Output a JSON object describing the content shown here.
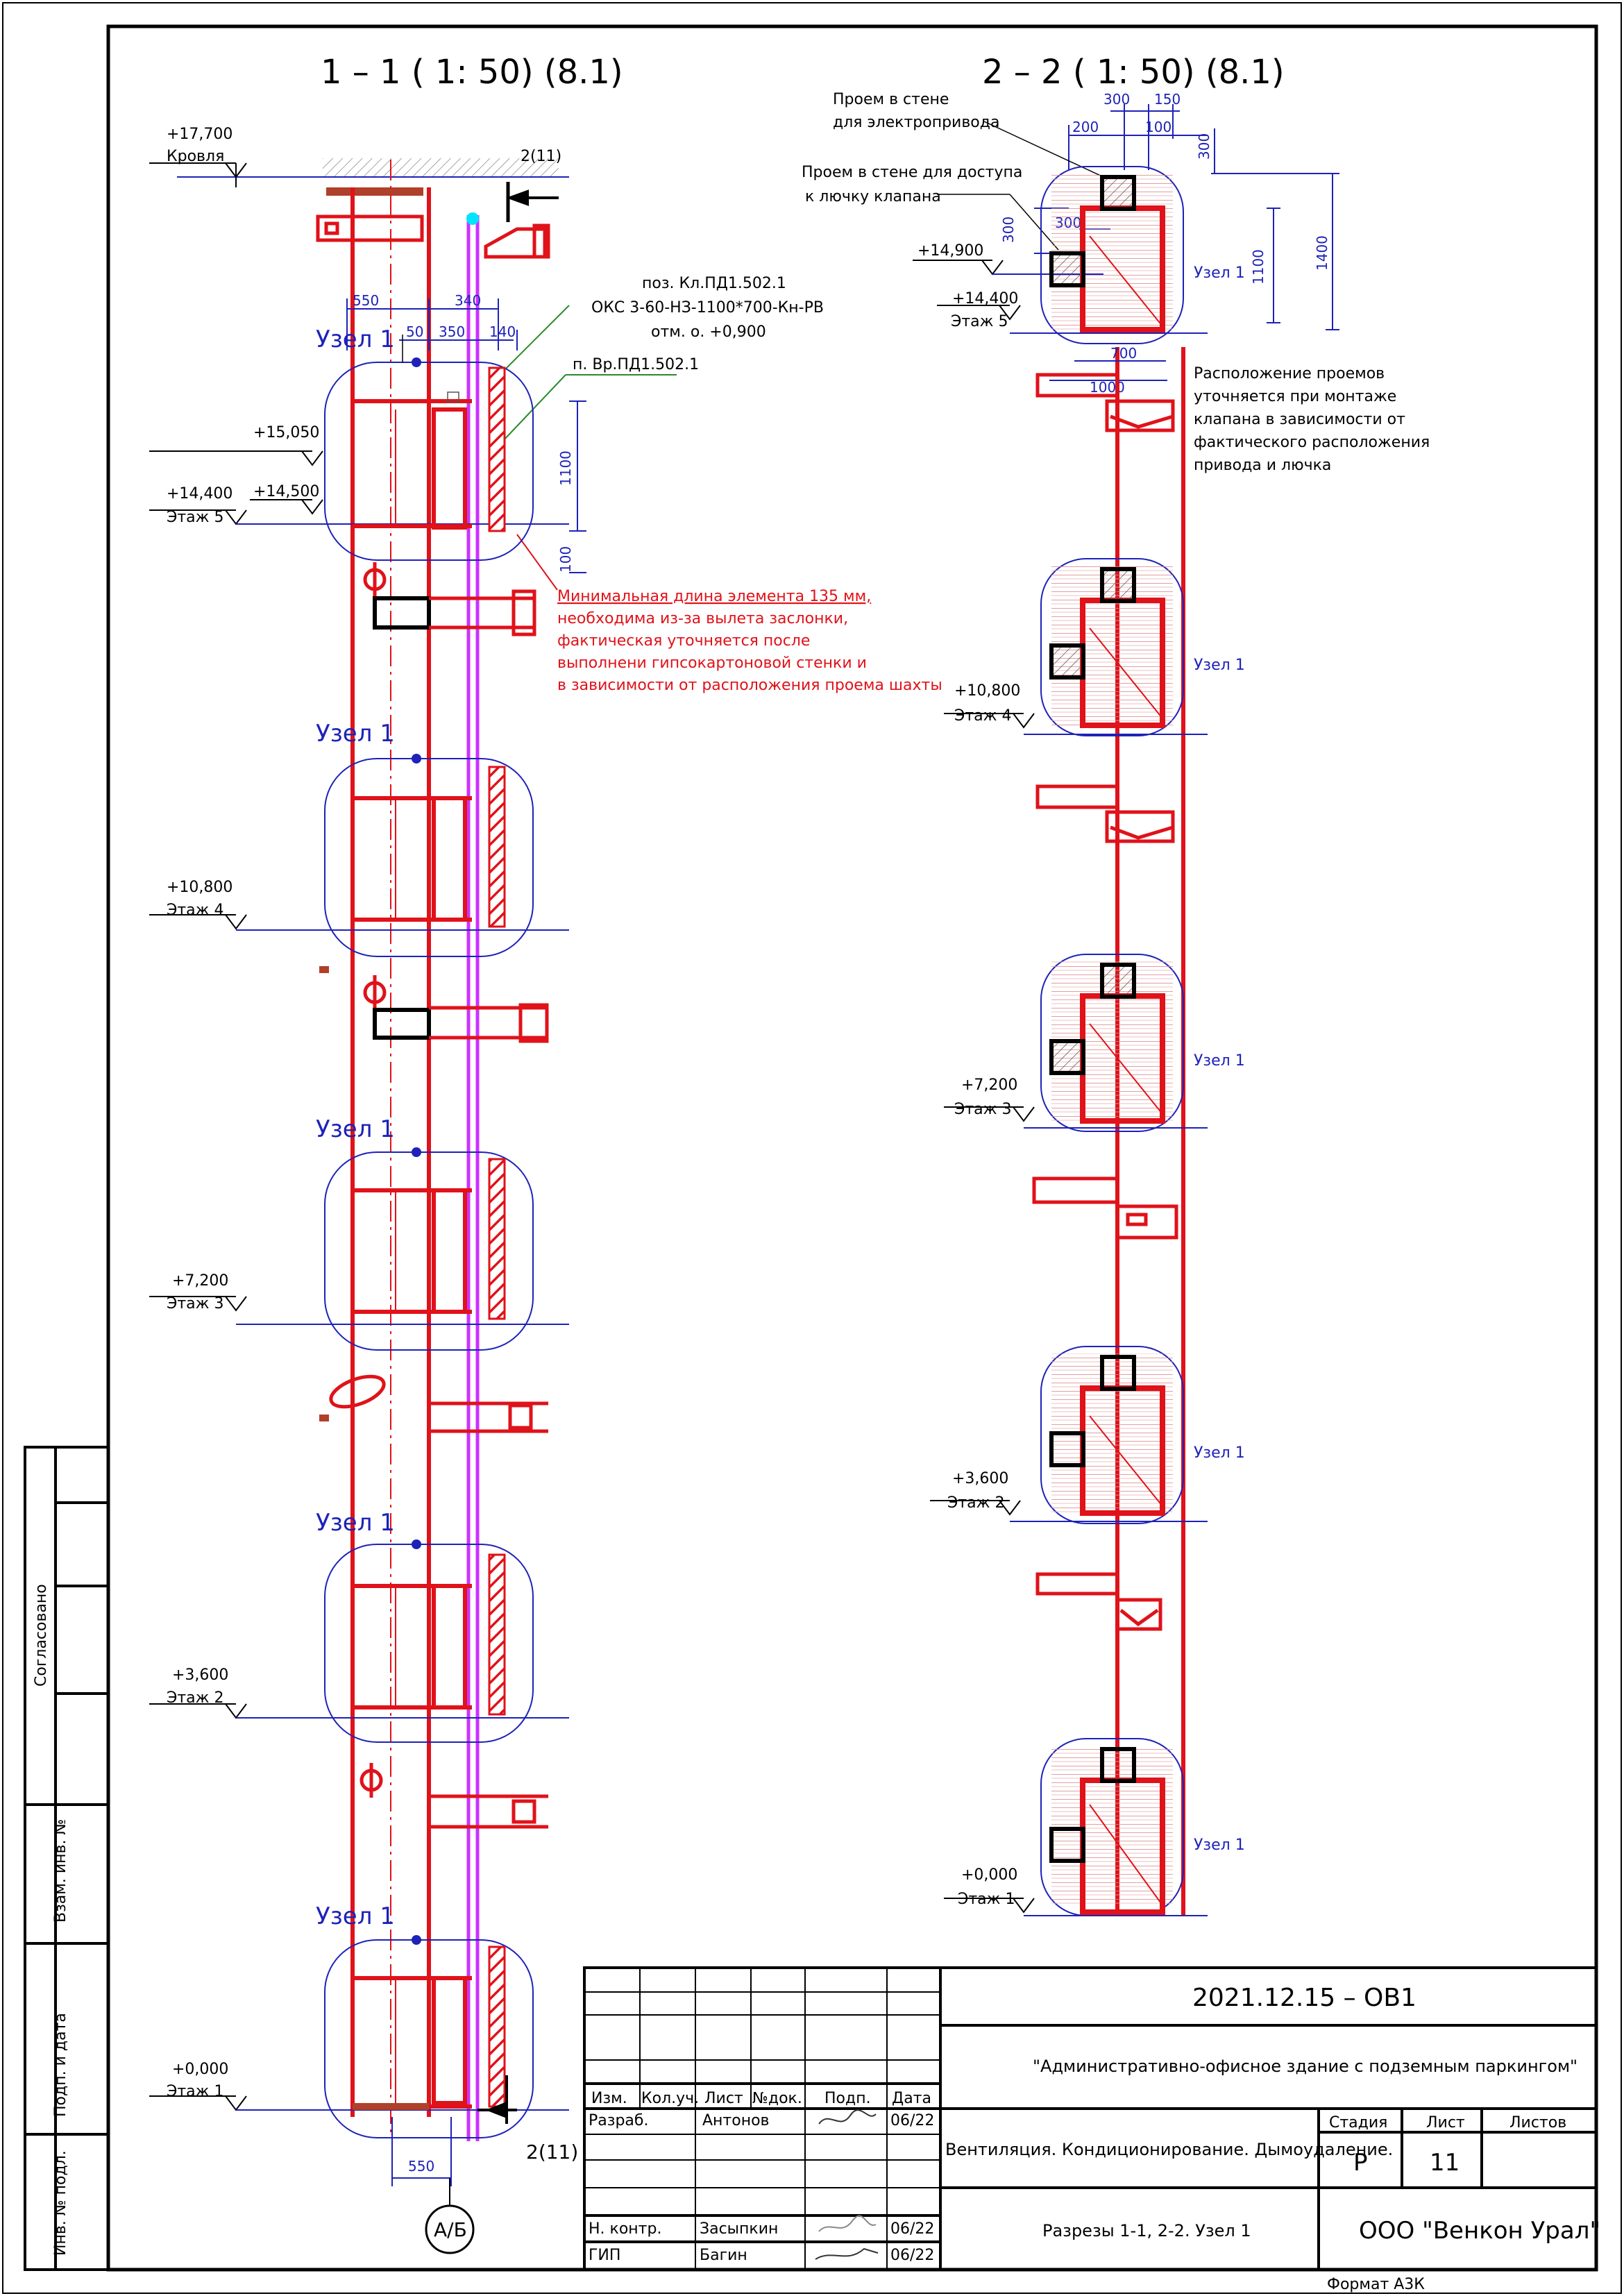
{
  "colors": {
    "ink": "#000000",
    "duct": "#e0121a",
    "pipe": "#cc33ff",
    "node": "#1e22b8",
    "hatch": "#d98888",
    "accent": "#00e5ff"
  },
  "section1": {
    "title": "1 – 1 ( 1: 50) (8.1)",
    "cut_label_top": "2(11)",
    "cut_label_bottom": "2(11)",
    "axis_label": "А/Б",
    "dims": {
      "d550_top": "550",
      "d340": "340",
      "d50": "50",
      "d350": "350",
      "d140": "140",
      "d1100": "1100",
      "d100": "100",
      "d550_bottom": "550"
    },
    "callout_valve": [
      "поз. Кл.ПД1.502.1",
      "ОКС 3-60-НЗ-1100*700-Кн-РВ",
      "отм. о. +0,900"
    ],
    "callout_grille": "п. Вр.ПД1.502.1",
    "note_red": [
      "Минимальная длина элемента 135 мм,",
      "необходима из-за вылета заслонки,",
      "фактическая уточняется после",
      "выполнени гипсокартоновой стенки и",
      "в зависимости от расположения проема шахты"
    ],
    "node_label": "Узел 1",
    "levels": [
      {
        "mark": "+17,700",
        "name": "Кровля"
      },
      {
        "mark": "+15,050",
        "name": ""
      },
      {
        "mark": "+14,400",
        "name": "Этаж 5"
      },
      {
        "mark": "+14,500",
        "name": ""
      },
      {
        "mark": "+10,800",
        "name": "Этаж 4"
      },
      {
        "mark": "+7,200",
        "name": "Этаж 3"
      },
      {
        "mark": "+3,600",
        "name": "Этаж 2"
      },
      {
        "mark": "+0,000",
        "name": "Этаж 1"
      }
    ]
  },
  "section2": {
    "title": "2 – 2 ( 1: 50) (8.1)",
    "note_drive": [
      "Проем в стене",
      "для электропривода"
    ],
    "note_hatch": [
      "Проем в стене для доступа",
      "к лючку клапана"
    ],
    "note_layout": [
      "Расположение проемов",
      "уточняется при монтаже",
      "клапана в зависимости от",
      "фактического расположения",
      "привода и лючка"
    ],
    "dims": {
      "d300a": "300",
      "d150": "150",
      "d200": "200",
      "d100": "100",
      "d300b": "300",
      "d300c": "300",
      "d300d": "300",
      "d1100": "1100",
      "d1400": "1400",
      "d700": "700",
      "d1000": "1000"
    },
    "node_label": "Узел 1",
    "levels": [
      {
        "mark": "+14,900",
        "name": ""
      },
      {
        "mark": "+14,400",
        "name": "Этаж 5"
      },
      {
        "mark": "+10,800",
        "name": "Этаж 4"
      },
      {
        "mark": "+7,200",
        "name": "Этаж 3"
      },
      {
        "mark": "+3,600",
        "name": "Этаж 2"
      },
      {
        "mark": "+0,000",
        "name": "Этаж 1"
      }
    ]
  },
  "side_stamp": {
    "agreed": "Согласовано",
    "inv_replace": "Взам. инв. №",
    "sign_date": "Подп. и дата",
    "inv_orig": "Инв. № подл."
  },
  "title_block": {
    "doc_code": "2021.12.15 – ОВ1",
    "project": "\"Административно-офисное здание с подземным паркингом\"",
    "section": "Вентиляция. Кондиционирование. Дымоудаление.",
    "sheet_name": "Разрезы 1-1, 2-2. Узел 1",
    "company": "ООО \"Венкон Урал\"",
    "format": "Формат А3К",
    "headers": {
      "izm": "Изм.",
      "kol": "Кол.уч.",
      "list": "Лист",
      "ndoc": "№док.",
      "podp": "Подп.",
      "data": "Дата"
    },
    "stage_hdr": {
      "stage": "Стадия",
      "sheet": "Лист",
      "sheets": "Листов"
    },
    "stage_vals": {
      "stage": "Р",
      "sheet": "11",
      "sheets": ""
    },
    "rows": [
      {
        "role": "Разраб.",
        "name": "Антонов",
        "date": "06/22"
      },
      {
        "role": "Н. контр.",
        "name": "Засыпкин",
        "date": "06/22"
      },
      {
        "role": "ГИП",
        "name": "Багин",
        "date": "06/22"
      }
    ]
  }
}
